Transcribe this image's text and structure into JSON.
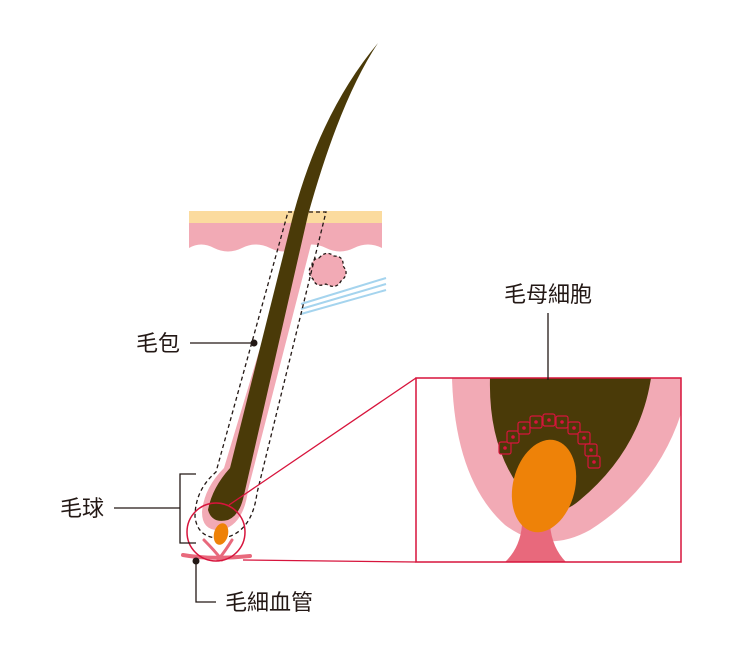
{
  "labels": {
    "follicle": "毛包",
    "bulb": "毛球",
    "capillary": "毛細血管",
    "matrix_cells": "毛母細胞"
  },
  "colors": {
    "hair": "#4a3a08",
    "skin_pink": "#f2aab5",
    "skin_surface": "#fbdb9e",
    "papilla_orange": "#ee8208",
    "capillary_red": "#e8697c",
    "highlight_crimson": "#d7143c",
    "nerve_blue": "#a5d4ee",
    "text": "#231815"
  }
}
